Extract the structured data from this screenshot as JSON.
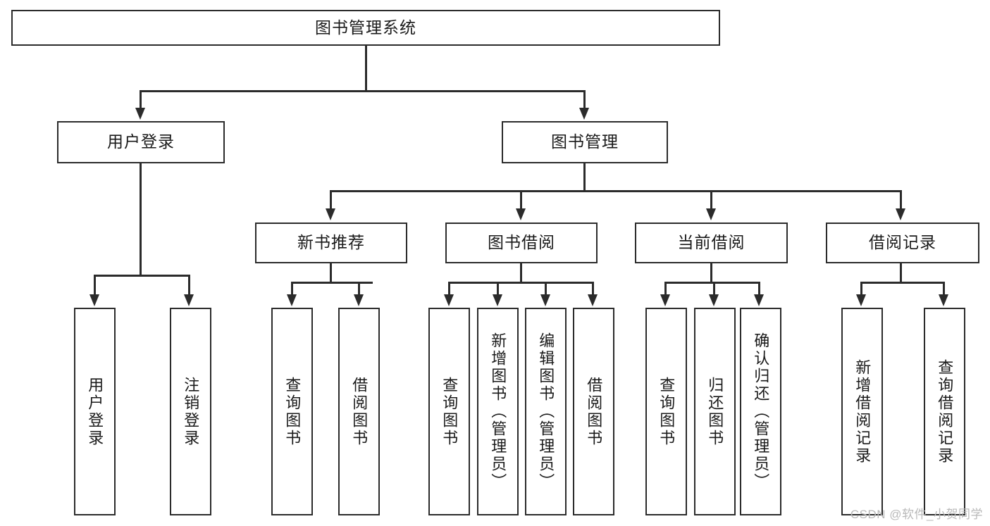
{
  "diagram": {
    "title": "图书管理系统",
    "root": {
      "label": "图书管理系统"
    },
    "level1": [
      {
        "label": "用户登录"
      },
      {
        "label": "图书管理"
      }
    ],
    "level2": [
      {
        "label": "新书推荐"
      },
      {
        "label": "图书借阅"
      },
      {
        "label": "当前借阅"
      },
      {
        "label": "借阅记录"
      }
    ],
    "leaves": [
      {
        "label": "用户登录"
      },
      {
        "label": "注销登录"
      },
      {
        "label": "查询图书"
      },
      {
        "label": "借阅图书"
      },
      {
        "label": "查询图书"
      },
      {
        "label": "新增图书（管理员）"
      },
      {
        "label": "编辑图书（管理员）"
      },
      {
        "label": "借阅图书"
      },
      {
        "label": "查询图书"
      },
      {
        "label": "归还图书"
      },
      {
        "label": "确认归还（管理员）"
      },
      {
        "label": "新增借阅记录"
      },
      {
        "label": "查询借阅记录"
      }
    ]
  },
  "watermark": {
    "text": "CSDN @软件_小贺同学"
  },
  "colors": {
    "stroke": "#2b2b2b",
    "background": "#ffffff",
    "text": "#1a1a1a",
    "watermark": "#b9b9b9"
  }
}
